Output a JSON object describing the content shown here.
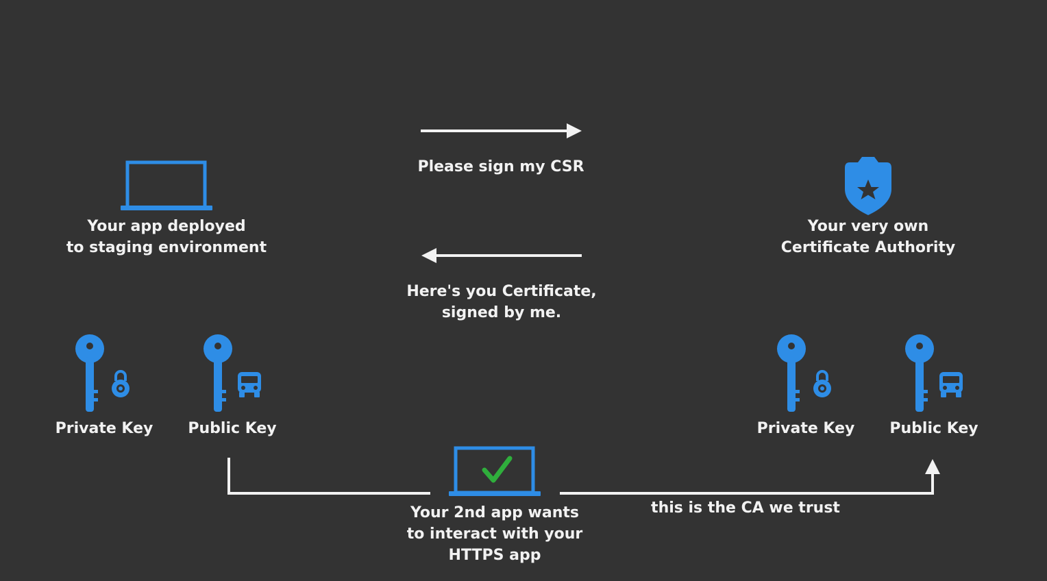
{
  "colors": {
    "background": "#333333",
    "icon_blue": "#2e8de6",
    "line_white": "#f2f2f2",
    "check_green": "#2fae3c"
  },
  "staging_app": {
    "icon": "laptop-icon",
    "label_line1": "Your app deployed",
    "label_line2": "to staging environment"
  },
  "certificate_authority": {
    "icon": "police-badge-icon",
    "label_line1": "Your very own",
    "label_line2": "Certificate Authority"
  },
  "request_arrow": {
    "direction": "right",
    "label": "Please sign my CSR"
  },
  "response_arrow": {
    "direction": "left",
    "label_line1": "Here's you Certificate,",
    "label_line2": "signed by me."
  },
  "left_keys": {
    "private_key": {
      "icon": "key-with-lock-icon",
      "label": "Private Key"
    },
    "public_key": {
      "icon": "key-with-bus-icon",
      "label": "Public Key"
    }
  },
  "right_keys": {
    "private_key": {
      "icon": "key-with-lock-icon",
      "label": "Private Key"
    },
    "public_key": {
      "icon": "key-with-bus-icon",
      "label": "Public Key"
    }
  },
  "second_app": {
    "icon": "laptop-with-checkmark-icon",
    "label_line1": "Your 2nd app wants",
    "label_line2": "to interact with your",
    "label_line3": "HTTPS app"
  },
  "trust_connector": {
    "label": "this is the CA we trust"
  }
}
